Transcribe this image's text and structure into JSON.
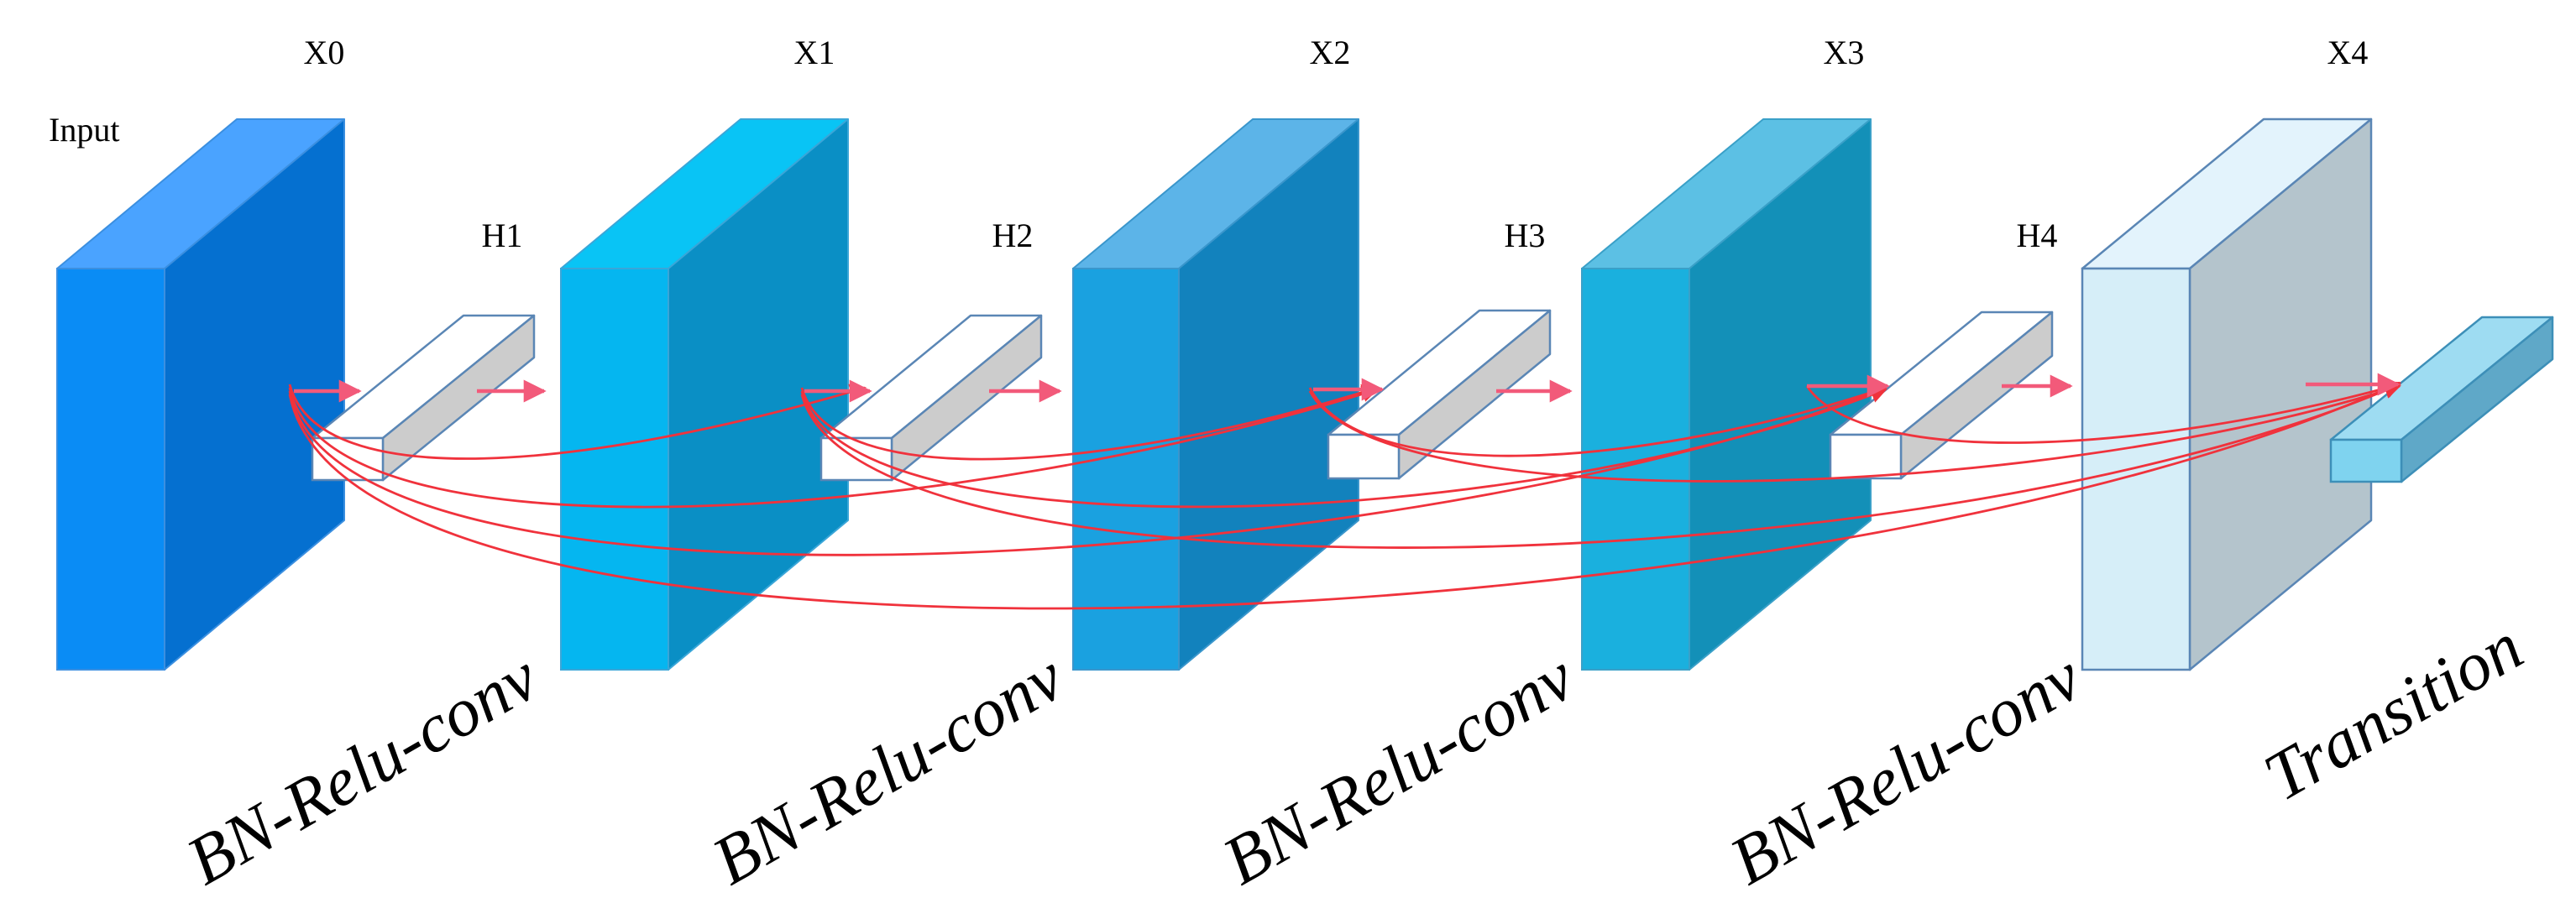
{
  "diagram": {
    "input_label": "Input",
    "layers": [
      {
        "id": "X0",
        "label": "X0",
        "front": "#0a8cf5",
        "side": "#0570d0",
        "top": "#4aa3ff"
      },
      {
        "id": "X1",
        "label": "X1",
        "front": "#05b6f0",
        "side": "#0a8fc5",
        "top": "#09c4f5"
      },
      {
        "id": "X2",
        "label": "X2",
        "front": "#1aa1e0",
        "side": "#1282bd",
        "top": "#5cb4e8"
      },
      {
        "id": "X3",
        "label": "X3",
        "front": "#1ab0de",
        "side": "#1390b8",
        "top": "#5cc0e4"
      },
      {
        "id": "X4",
        "label": "X4",
        "front": "#d6eef8",
        "side": "#b4c4cc",
        "top": "#e3f3fc"
      }
    ],
    "blocks": [
      {
        "id": "H1",
        "label": "H1",
        "op": "BN-Relu-conv"
      },
      {
        "id": "H2",
        "label": "H2",
        "op": "BN-Relu-conv"
      },
      {
        "id": "H3",
        "label": "H3",
        "op": "BN-Relu-conv"
      },
      {
        "id": "H4",
        "label": "H4",
        "op": "BN-Relu-conv"
      },
      {
        "id": "T",
        "label": "",
        "op": "Transition"
      }
    ],
    "colors": {
      "connection": "#f0323c",
      "flow_arrow": "#f25a7a",
      "block_outline": "#5a86b5",
      "transition_front": "#7fd3ef",
      "transition_top": "#9edcf2",
      "transition_side": "#5fa8c8"
    }
  }
}
